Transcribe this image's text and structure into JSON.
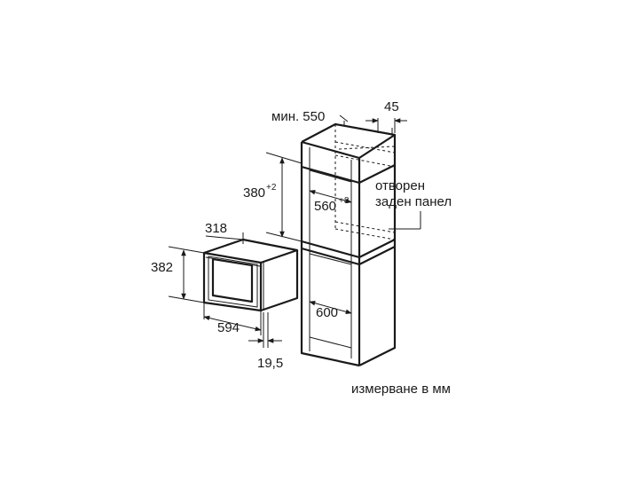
{
  "diagram": {
    "dimensions": {
      "cabinet_min_depth": "мин. 550",
      "back_gap": "45",
      "niche_height": "380",
      "niche_height_tolerance": "+2",
      "niche_width": "560",
      "niche_width_tolerance": "+8",
      "niche_depth": "600",
      "appliance_depth": "318",
      "appliance_height": "382",
      "appliance_width": "594",
      "door_thickness": "19,5"
    },
    "notes": {
      "open_back_line1": "отворен",
      "open_back_line2": "заден панел",
      "units": "измерване в мм"
    }
  }
}
